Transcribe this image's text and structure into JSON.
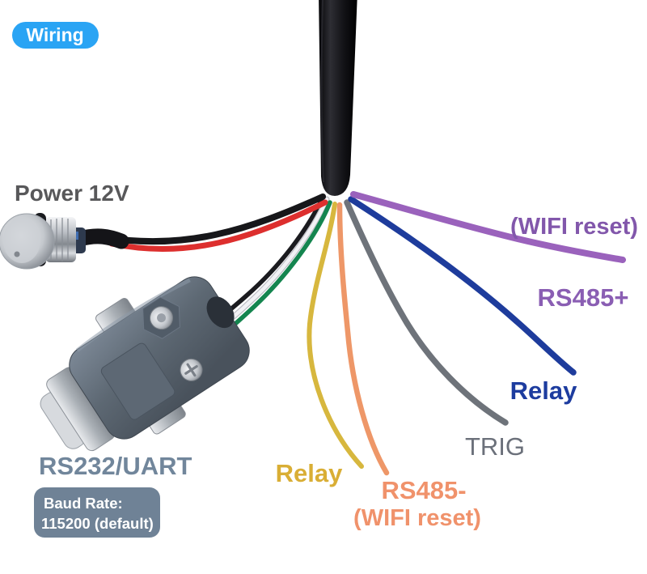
{
  "badge": {
    "label": "Wiring",
    "bg": "#2aa4f4",
    "text_color": "#ffffff"
  },
  "labels": {
    "power": {
      "text": "Power 12V",
      "color": "#58585a"
    },
    "wifi_reset_top": {
      "text": "(WIFI reset)",
      "color": "#8257ab"
    },
    "rs485_plus": {
      "text": "RS485+",
      "color": "#8a5eb3"
    },
    "relay_blue": {
      "text": "Relay",
      "color": "#1d3c9f"
    },
    "trig": {
      "text": "TRIG",
      "color": "#6b707a"
    },
    "relay_yellow": {
      "text": "Relay",
      "color": "#d9ae35"
    },
    "rs485_minus": {
      "text": "RS485-",
      "color": "#f0926b"
    },
    "wifi_reset_bottom": {
      "text": "(WIFI reset)",
      "color": "#f0926b"
    },
    "rs232": {
      "text": "RS232/UART",
      "color": "#71869b"
    }
  },
  "baud_badge": {
    "line1": "Baud Rate:",
    "line2": "115200 (default)",
    "bg": "#6f8296",
    "text_color": "#ffffff"
  },
  "wires": {
    "purple": {
      "label": "(WIFI reset) / RS485+",
      "color": "#9a62bc"
    },
    "blue": {
      "label": "Relay",
      "color": "#1e3c9c"
    },
    "gray": {
      "label": "TRIG",
      "color": "#6e737a"
    },
    "orange": {
      "label": "RS485- (WIFI reset)",
      "color": "#ee9768"
    },
    "yellow": {
      "label": "Relay",
      "color": "#d7b73e"
    },
    "green": {
      "label": "RS232/UART",
      "color": "#14854f"
    },
    "white": {
      "label": "RS232/UART",
      "color": "#f2f2f5",
      "edge": "#bfbfc6"
    },
    "black_uart": {
      "label": "RS232/UART",
      "color": "#1b1b1f"
    },
    "red": {
      "label": "Power 12V +",
      "color": "#dd2f2e"
    },
    "black": {
      "label": "Power 12V -",
      "color": "#17171a"
    }
  },
  "cable": {
    "color": "#0a0a0c"
  }
}
